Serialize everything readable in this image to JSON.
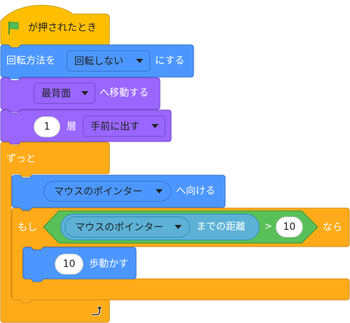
{
  "colors": {
    "events": "#FFBF00",
    "motion": "#4C97FF",
    "looks": "#9966FF",
    "control": "#FFAB19",
    "operators": "#59C059",
    "sensing": "#5CB1D6"
  },
  "hat_block": {
    "flag_icon": "green-flag-icon",
    "label": "が押されたとき"
  },
  "rotation_block": {
    "label_before": "回転方法を",
    "dropdown": "回転しない",
    "label_after": "にする"
  },
  "layer_front_block": {
    "dropdown": "最背面",
    "label": "へ移動する"
  },
  "layer_move_block": {
    "value": "1",
    "label_mid": "層",
    "dropdown": "手前に出す"
  },
  "forever_block": {
    "label": "ずっと",
    "loop_icon": "loop-arrow-icon"
  },
  "point_towards_block": {
    "dropdown": "マウスのポインター",
    "label": "へ向ける"
  },
  "if_block": {
    "label_if": "もし",
    "label_then": "なら",
    "operator": ">",
    "distance_dropdown": "マウスのポインター",
    "distance_label": "までの距離",
    "compare_value": "10"
  },
  "move_block": {
    "value": "10",
    "label": "歩動かす"
  }
}
